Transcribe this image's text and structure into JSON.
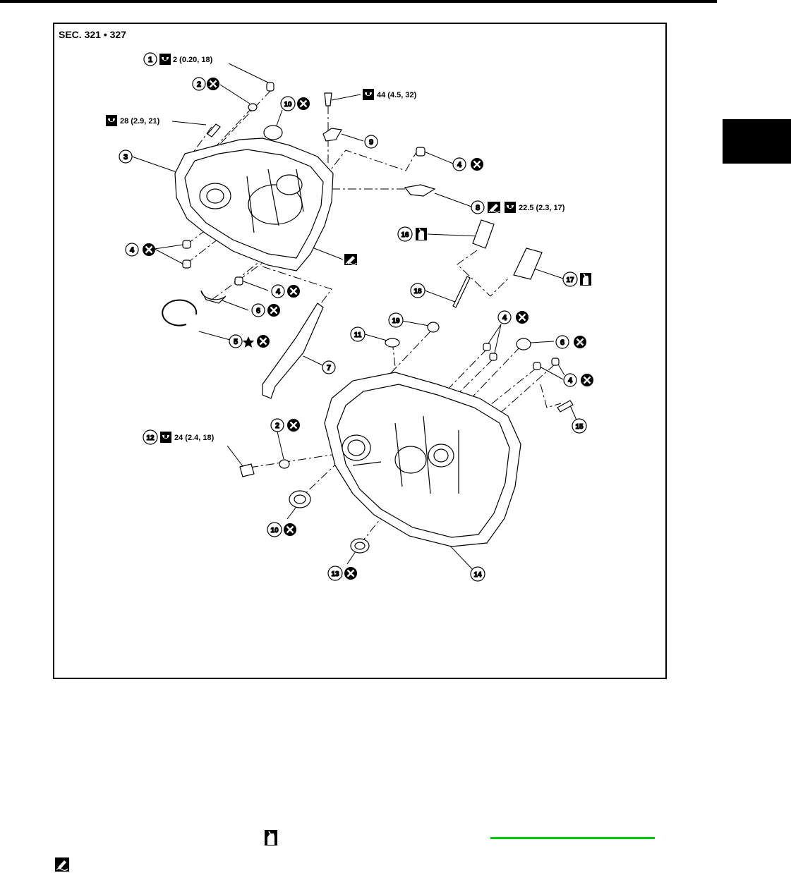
{
  "section_title": "SEC. 321 • 327",
  "torque": {
    "t1": "2 (0.20, 18)",
    "t9": "44 (4.5, 32)",
    "t3": "28 (2.9, 21)",
    "t8": "22.5 (2.3, 17)",
    "t12": "24 (2.4, 18)"
  },
  "callouts": {
    "c1": "1",
    "c2a": "2",
    "c2b": "2",
    "c3": "3",
    "c4a": "4",
    "c4b": "4",
    "c4c": "4",
    "c4d": "4",
    "c4e": "4",
    "c5": "5",
    "c6a": "6",
    "c6b": "6",
    "c7": "7",
    "c8": "8",
    "c9": "9",
    "c10a": "10",
    "c10b": "10",
    "c11": "11",
    "c12": "12",
    "c13": "13",
    "c14": "14",
    "c15": "15",
    "c16": "16",
    "c17": "17",
    "c18": "18",
    "c19": "19"
  },
  "icons": {
    "tightening": "torque-wrench-icon",
    "do_not_reuse": "do-not-reuse-icon",
    "sealant": "liquid-gasket-icon",
    "grease": "grease-tube-icon",
    "star": "star-icon"
  },
  "colors": {
    "link_underline": "#00c800",
    "ink": "#000000"
  }
}
